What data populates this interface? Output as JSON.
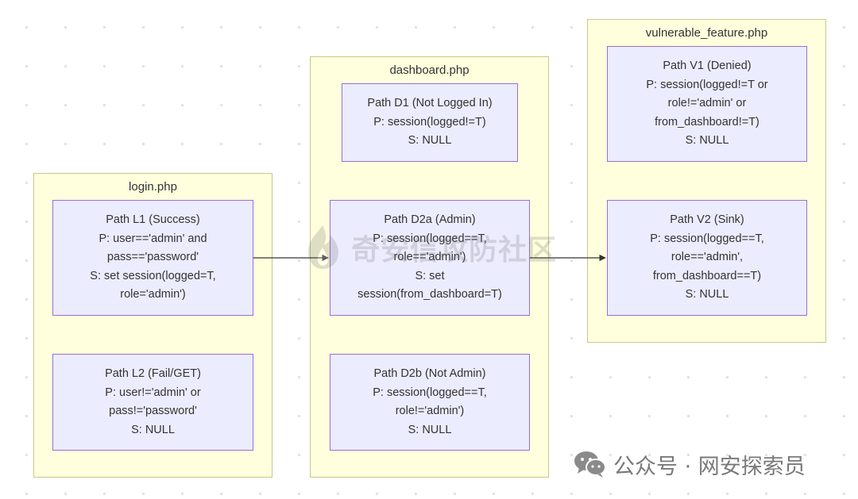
{
  "clusters": {
    "login": {
      "title": "login.php"
    },
    "dashboard": {
      "title": "dashboard.php"
    },
    "vulnerable": {
      "title": "vulnerable_feature.php"
    }
  },
  "nodes": {
    "L1": [
      "Path L1 (Success)",
      "P: user=='admin' and",
      "pass=='password'",
      "S: set session(logged=T,",
      "role='admin')"
    ],
    "L2": [
      "Path L2 (Fail/GET)",
      "P: user!='admin' or",
      "pass!='password'",
      "S: NULL"
    ],
    "D1": [
      "Path D1 (Not Logged In)",
      "P: session(logged!=T)",
      "S: NULL"
    ],
    "D2a": [
      "Path D2a (Admin)",
      "P: session(logged==T,",
      "role=='admin')",
      "S: set",
      "session(from_dashboard=T)"
    ],
    "D2b": [
      "Path D2b (Not Admin)",
      "P: session(logged==T,",
      "role!='admin')",
      "S: NULL"
    ],
    "V1": [
      "Path V1 (Denied)",
      "P: session(logged!=T or",
      "role!='admin' or",
      "from_dashboard!=T)",
      "S: NULL"
    ],
    "V2": [
      "Path V2 (Sink)",
      "P: session(logged==T,",
      "role=='admin',",
      "from_dashboard==T)",
      "S: NULL"
    ]
  },
  "edges": [
    {
      "from": "L1",
      "to": "D2a"
    },
    {
      "from": "D2a",
      "to": "V2"
    }
  ],
  "colors": {
    "cluster_fill": "#ffffde",
    "cluster_border": "#c7c98a",
    "node_fill": "#ececff",
    "node_border": "#9370db",
    "edge": "#333333"
  },
  "watermarks": {
    "center_text": "奇安信攻防社区",
    "footer_icon": "wechat-icon",
    "footer_text": "公众号 · 网安探索员"
  }
}
